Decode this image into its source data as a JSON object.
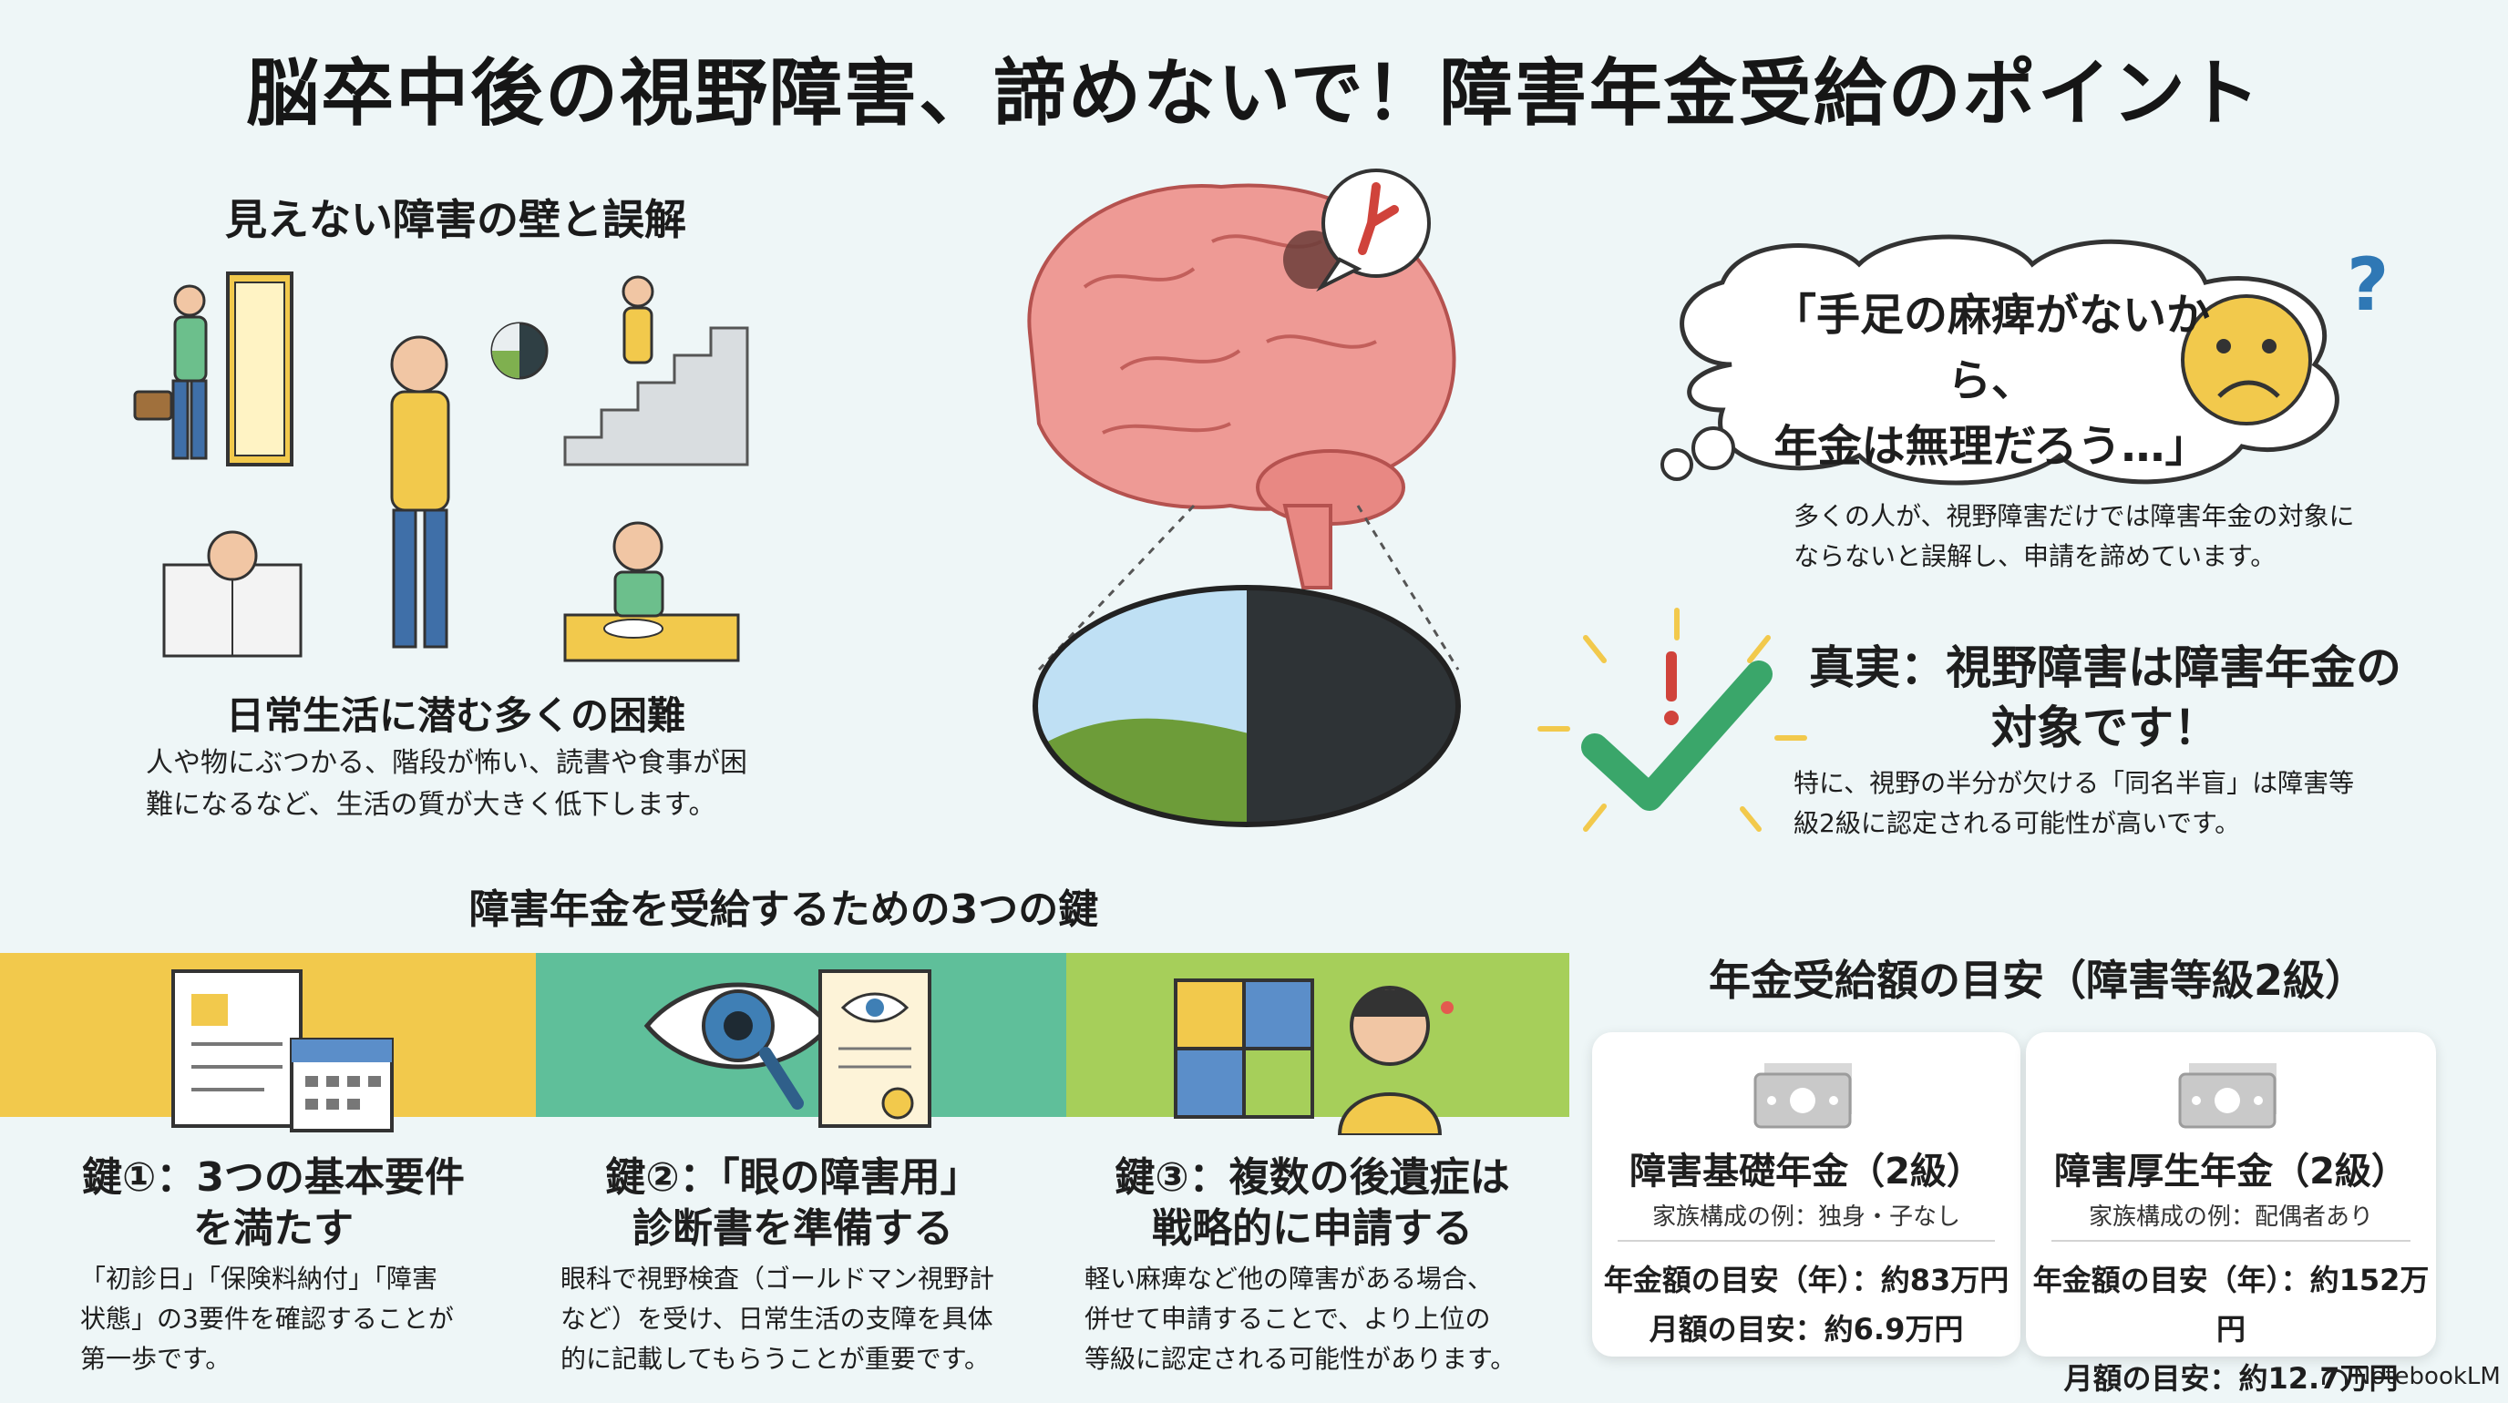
{
  "title": "脳卒中後の視野障害、諦めないで！障害年金受給のポイント",
  "left": {
    "heading": "見えない障害の壁と誤解",
    "difficulty_title": "日常生活に潜む多くの困難",
    "difficulty_body_1": "人や物にぶつかる、階段が怖い、読書や食事が困",
    "difficulty_body_2": "難になるなど、生活の質が大きく低下します。"
  },
  "thought": {
    "line1": "「手足の麻痺がないから、",
    "line2": "年金は無理だろう…」",
    "misconception_1": "多くの人が、視野障害だけでは障害年金の対象に",
    "misconception_2": "ならないと誤解し、申請を諦めています。"
  },
  "truth": {
    "title_1": "真実：視野障害は障害年金の",
    "title_2": "対象です！",
    "body_1": "特に、視野の半分が欠ける「同名半盲」は障害等",
    "body_2": "級2級に認定される可能性が高いです。"
  },
  "keys": {
    "heading": "障害年金を受給するための3つの鍵",
    "items": [
      {
        "title_1": "鍵①：3つの基本要件",
        "title_2": "を満たす",
        "body": [
          "「初診日」「保険料納付」「障害",
          "状態」の3要件を確認することが",
          "第一歩です。"
        ]
      },
      {
        "title_1": "鍵②：「眼の障害用」",
        "title_2": "診断書を準備する",
        "body": [
          "眼科で視野検査（ゴールドマン視野計",
          "など）を受け、日常生活の支障を具体",
          "的に記載してもらうことが重要です。"
        ]
      },
      {
        "title_1": "鍵③：複数の後遺症は",
        "title_2": "戦略的に申請する",
        "body": [
          "軽い麻痺など他の障害がある場合、",
          "併せて申請することで、より上位の",
          "等級に認定される可能性があります。"
        ]
      }
    ]
  },
  "pension": {
    "heading": "年金受給額の目安（障害等級2級）",
    "cards": [
      {
        "title": "障害基礎年金（2級）",
        "family": "家族構成の例：独身・子なし",
        "annual": "年金額の目安（年）：約83万円",
        "monthly": "月額の目安：約6.9万円"
      },
      {
        "title": "障害厚生年金（2級）",
        "family": "家族構成の例：配偶者あり",
        "annual": "年金額の目安（年）：約152万円",
        "monthly": "月額の目安：約12.7万円"
      }
    ]
  },
  "brand": "NotebookLM",
  "colors": {
    "key1": "#f2c94c",
    "key2": "#5fbf9a",
    "key3": "#a6cf5a",
    "check": "#3aa66a",
    "brain": "#ee9a95"
  }
}
